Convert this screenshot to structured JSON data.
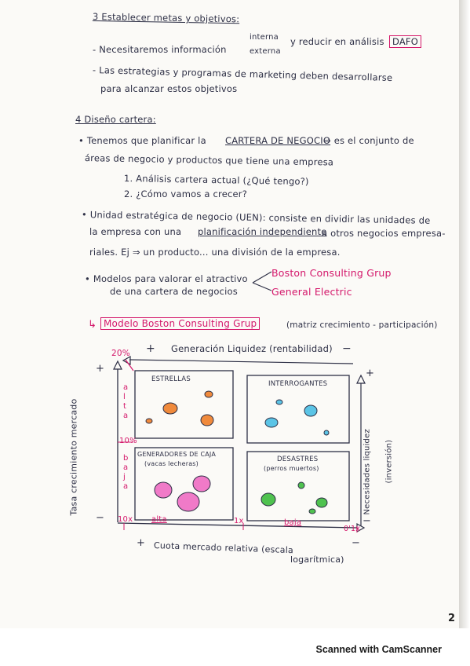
{
  "section3": {
    "title": "3 Establecer metas y objetivos:",
    "b1a": "- Necesitaremos información",
    "b1_interna": "interna",
    "b1_externa": "externa",
    "b1b": "y reducir en análisis",
    "b1_dafo": "DAFO",
    "b2a": "- Las estrategias y programas de marketing deben desarrollarse",
    "b2b": "para alcanzar estos objetivos"
  },
  "section4": {
    "title": "4 Diseño cartera:",
    "p1a": "• Tenemos que planificar la",
    "p1_cartera": "CARTERA DE NEGOCIO",
    "p1b": "⇒ es el conjunto de",
    "p1c": "áreas de negocio y productos que tiene una empresa",
    "n1": "1. Análisis cartera actual (¿Qué tengo?)",
    "n2": "2. ¿Cómo vamos a crecer?",
    "p2a": "• Unidad estratégica de negocio (UEN): consiste en dividir las unidades de",
    "p2b_1": "la empresa con una",
    "p2b_plan": "planificación independiente",
    "p2b_2": "a otros negocios empresa-",
    "p2c": "riales. Ej ⇒ un producto... una división de la empresa.",
    "p3a": "• Modelos para valorar el atractivo",
    "p3b": "de una cartera de negocios",
    "bcg": "Boston Consulting Grup",
    "ge": "General Electric"
  },
  "model": {
    "arrow": "↳",
    "title": "Modelo Boston Consulting Grup",
    "subtitle": "(matriz crecimiento - participación)"
  },
  "matrix": {
    "top_axis": "Generación Liquidez (rentabilidad)",
    "top_plus": "+",
    "top_minus": "−",
    "left_axis": "Tasa crecimiento mercado",
    "right_axis_1": "Necesidades liquidez",
    "right_axis_2": "(inversión)",
    "bottom_axis_1": "Cuota mercado relativa (escala",
    "bottom_axis_2": "logarítmica)",
    "pct20": "20%",
    "pct10": "10%",
    "alta_v": "a l t a",
    "baja_v": "b a j a",
    "x10": "10x",
    "x1": "1x",
    "x01": "0'1x",
    "alta_h": "alta",
    "baja_h": "baja",
    "plus": "+",
    "minus": "−",
    "q_estrellas": "ESTRELLAS",
    "q_interrogantes": "INTERROGANTES",
    "q_generadores_1": "GENERADORES DE CAJA",
    "q_generadores_2": "(vacas lecheras)",
    "q_desastres_1": "DESASTRES",
    "q_desastres_2": "(perros muertos)"
  },
  "colors": {
    "ink": "#2d2f45",
    "pink": "#d4186b",
    "orange": "#f08a3c",
    "blue": "#5bc4e6",
    "magenta": "#f07ac8",
    "green": "#4fc24f"
  },
  "page_number": "2",
  "footer": "Scanned with CamScanner"
}
